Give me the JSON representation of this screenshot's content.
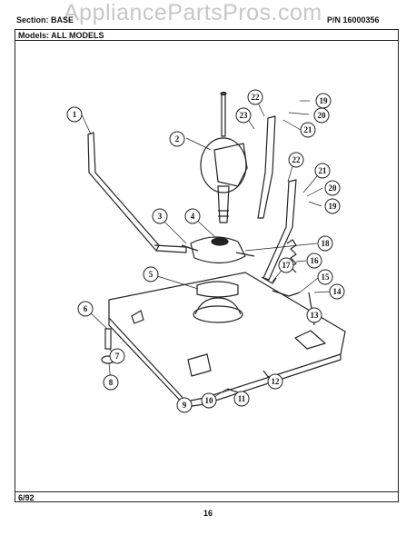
{
  "header": {
    "section": "Section:  BASE",
    "part_number": "P/N  16000356",
    "models": "Models:  ALL MODELS"
  },
  "watermark": "AppliancePartsPros.com",
  "footer": {
    "date": "6/92",
    "page": "16"
  },
  "callouts": [
    "1",
    "2",
    "3",
    "4",
    "5",
    "6",
    "7",
    "8",
    "9",
    "10",
    "11",
    "12",
    "13",
    "14",
    "15",
    "16",
    "17",
    "18",
    "19",
    "20",
    "21",
    "22",
    "23"
  ]
}
